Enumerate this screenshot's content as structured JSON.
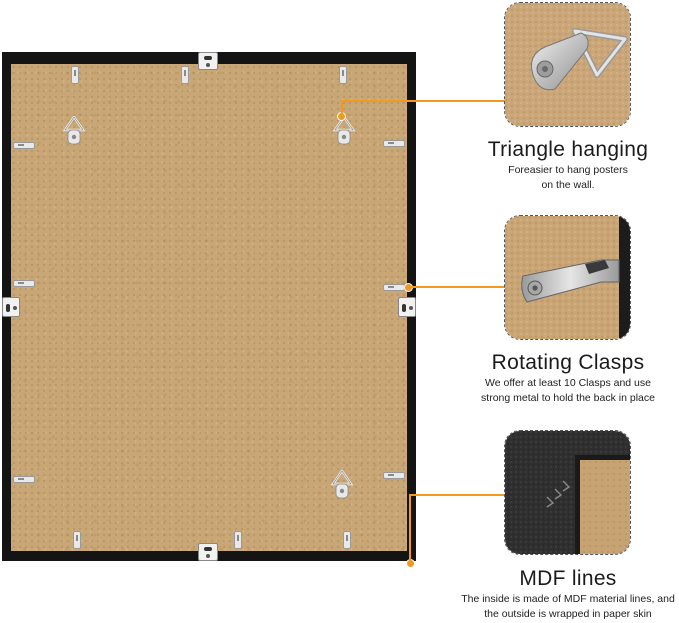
{
  "features": [
    {
      "title": "Triangle hanging",
      "desc_lines": [
        "Foreasier to hang posters",
        "on the wall."
      ],
      "photo_icon": "triangle-hanger-photo"
    },
    {
      "title": "Rotating Clasps",
      "desc_lines": [
        "We offer at least 10 Clasps and use",
        "strong metal to hold the back in place"
      ],
      "photo_icon": "rotating-clasp-photo"
    },
    {
      "title": "MDF lines",
      "desc_lines": [
        "The inside is made of MDF material lines, and",
        "the outside is wrapped in paper skin"
      ],
      "photo_icon": "mdf-corner-photo"
    }
  ],
  "colors": {
    "accent": "#f29a1f",
    "frame": "#141414",
    "backing_board": "#c8a675"
  }
}
